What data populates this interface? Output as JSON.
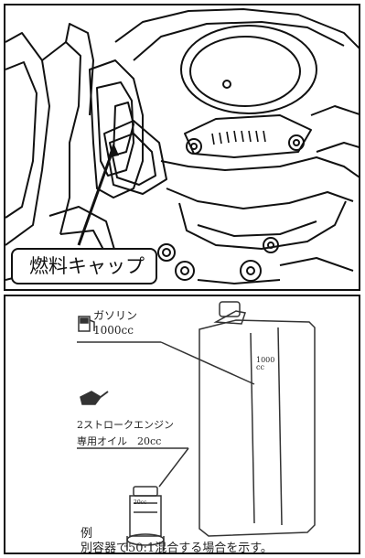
{
  "top_panel": {
    "callout_label": "燃料キャップ"
  },
  "bottom_panel": {
    "gasoline_label": "ガソリン",
    "gasoline_amount": "1000cc",
    "oil_label": "2ストロークエンジン",
    "oil_sublabel": "専用オイル　20cc",
    "can_marking": "1000\ncc",
    "bottle_marking": "20cc",
    "example_title": "例",
    "example_text": "別容器で50:1混合する場合を示す。"
  }
}
